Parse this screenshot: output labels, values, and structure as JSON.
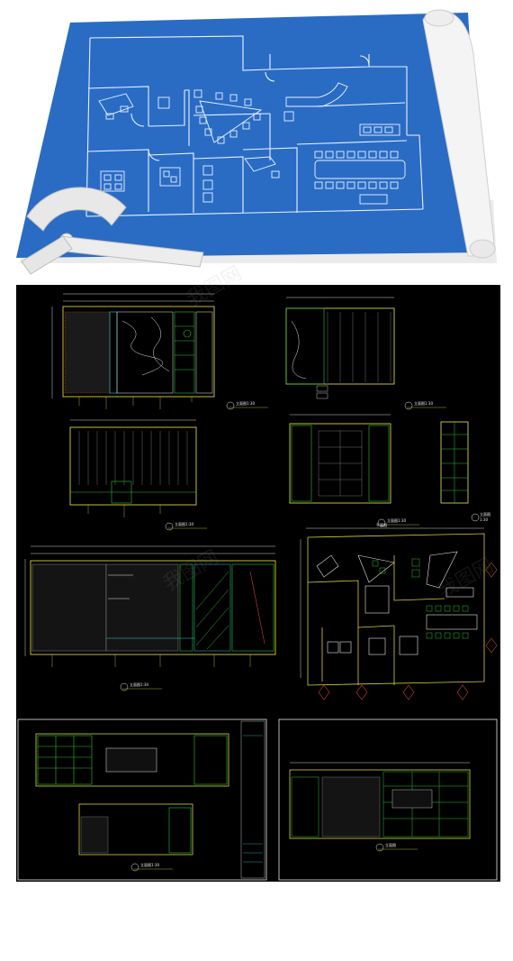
{
  "colors": {
    "blueprint_blue": "#2a6cc4",
    "blueprint_line": "#e9f2ff",
    "cad_background": "#000000",
    "cad_yellow": "#d8d23a",
    "cad_green": "#2fbf3a",
    "cad_cyan": "#35c9c9",
    "cad_white": "#e6e6e6",
    "cad_red": "#d24040"
  },
  "icons": [
    "protractor-icon",
    "ruler-icon",
    "paper-roll-icon"
  ],
  "watermark": {
    "text": "我图网"
  },
  "cad_sheet": {
    "drawings": {
      "elevation_a": {
        "label": "立面图",
        "scale": "1:30"
      },
      "elevation_b": {
        "label": "立面图",
        "scale": "1:30"
      },
      "elevation_c": {
        "label": "立面图",
        "scale": "1:30"
      },
      "elevation_d": {
        "label": "立面图",
        "scale": "1:30"
      },
      "elevation_e": {
        "label": "立面图",
        "scale": "1:30"
      },
      "plan": {
        "label": "平面图"
      },
      "elevation_f": {
        "label": "立面图",
        "scale": "1:30"
      },
      "elevation_g": {
        "label": "立面图",
        "scale": "1:30"
      }
    }
  }
}
